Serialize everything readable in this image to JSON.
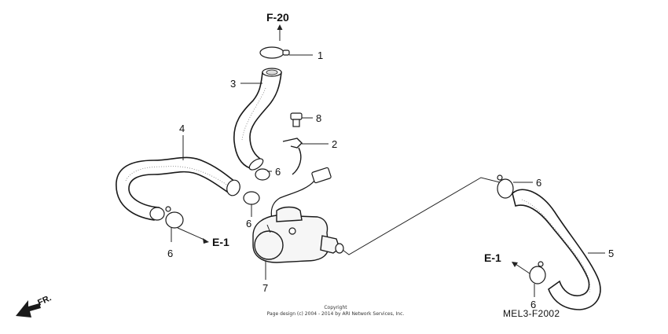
{
  "callouts": {
    "p1": "1",
    "p2": "2",
    "p3": "3",
    "p4": "4",
    "p5": "5",
    "p6a": "6",
    "p6b": "6",
    "p6c": "6",
    "p6d": "6",
    "p6e": "6",
    "p7": "7",
    "p8": "8"
  },
  "refs": {
    "top": "F-20",
    "left": "E-1",
    "right": "E-1"
  },
  "direction_label": "FR.",
  "copyright": {
    "line1": "Copyright",
    "line2": "Page design (c) 2004 - 2014 by ARI Network Services, Inc."
  },
  "diagram_code": "MEL3-F2002"
}
